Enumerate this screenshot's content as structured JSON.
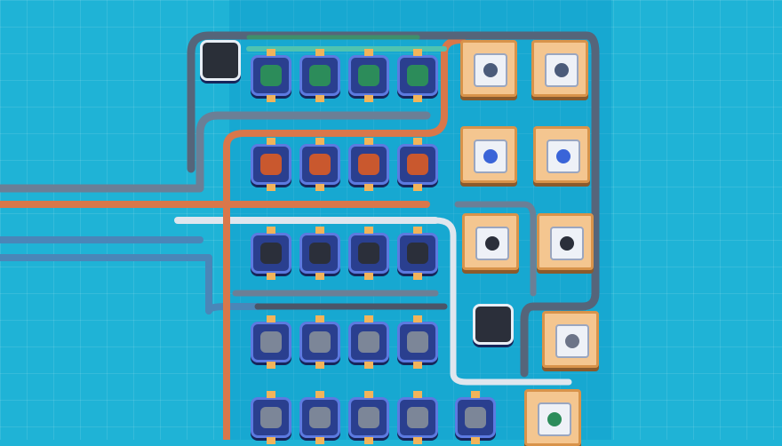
{
  "scene": {
    "view": "factory-top-down",
    "colors": {
      "background": "#1fb3d6",
      "machine_body": "#2a3f8f",
      "machine_border": "#5c7ae0",
      "assembler_body": "#f4c690",
      "belt_gray": "#6b7f96",
      "belt_orange": "#d9774a",
      "belt_blue": "#4a86b8",
      "belt_white": "#dfe6ee"
    },
    "machine_rows": [
      {
        "product_icon": "green-block-icon",
        "core_color": "#2c8c5a",
        "count": 4
      },
      {
        "product_icon": "copper-ingot-icon",
        "core_color": "#c9582e",
        "count": 4
      },
      {
        "product_icon": "ring-coil-icon",
        "core_color": "#2b2f3a",
        "count": 4
      },
      {
        "product_icon": "gray-plate-icon",
        "core_color": "#7c8698",
        "count": 4
      },
      {
        "product_icon": "gray-plate-icon",
        "core_color": "#7c8698",
        "count": 5
      }
    ],
    "assemblers": [
      {
        "product_icon": "frame-icon",
        "core_color": "#4b5b7a"
      },
      {
        "product_icon": "frame-icon",
        "core_color": "#4b5b7a"
      },
      {
        "product_icon": "blue-tube-icon",
        "core_color": "#3a64d8"
      },
      {
        "product_icon": "blue-tube-icon",
        "core_color": "#3a64d8"
      },
      {
        "product_icon": "ring-coil-icon",
        "core_color": "#2b2f3a"
      },
      {
        "product_icon": "ring-coil-icon",
        "core_color": "#2b2f3a"
      },
      {
        "product_icon": "robot-arm-icon",
        "core_color": "#6c7488"
      },
      {
        "product_icon": "circuit-icon",
        "core_color": "#2c8c5a"
      }
    ]
  }
}
